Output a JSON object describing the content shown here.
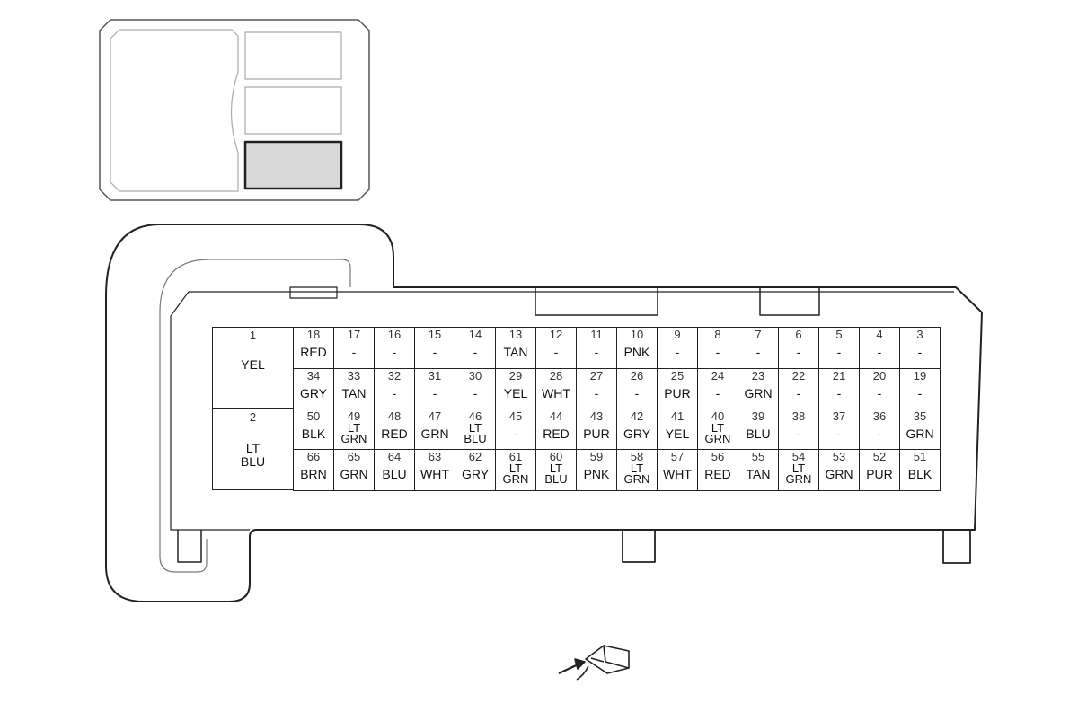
{
  "connector": {
    "big_pins": [
      {
        "num": "1",
        "wire": "YEL"
      },
      {
        "num": "2",
        "wire": "LT\nBLU"
      }
    ],
    "rows": [
      [
        {
          "num": "18",
          "wire": "RED"
        },
        {
          "num": "17",
          "wire": "-"
        },
        {
          "num": "16",
          "wire": "-"
        },
        {
          "num": "15",
          "wire": "-"
        },
        {
          "num": "14",
          "wire": "-"
        },
        {
          "num": "13",
          "wire": "TAN"
        },
        {
          "num": "12",
          "wire": "-"
        },
        {
          "num": "11",
          "wire": "-"
        },
        {
          "num": "10",
          "wire": "PNK"
        },
        {
          "num": "9",
          "wire": "-"
        },
        {
          "num": "8",
          "wire": "-"
        },
        {
          "num": "7",
          "wire": "-"
        },
        {
          "num": "6",
          "wire": "-"
        },
        {
          "num": "5",
          "wire": "-"
        },
        {
          "num": "4",
          "wire": "-"
        },
        {
          "num": "3",
          "wire": "-"
        }
      ],
      [
        {
          "num": "34",
          "wire": "GRY"
        },
        {
          "num": "33",
          "wire": "TAN"
        },
        {
          "num": "32",
          "wire": "-"
        },
        {
          "num": "31",
          "wire": "-"
        },
        {
          "num": "30",
          "wire": "-"
        },
        {
          "num": "29",
          "wire": "YEL"
        },
        {
          "num": "28",
          "wire": "WHT"
        },
        {
          "num": "27",
          "wire": "-"
        },
        {
          "num": "26",
          "wire": "-"
        },
        {
          "num": "25",
          "wire": "PUR"
        },
        {
          "num": "24",
          "wire": "-"
        },
        {
          "num": "23",
          "wire": "GRN"
        },
        {
          "num": "22",
          "wire": "-"
        },
        {
          "num": "21",
          "wire": "-"
        },
        {
          "num": "20",
          "wire": "-"
        },
        {
          "num": "19",
          "wire": "-"
        }
      ],
      [
        {
          "num": "50",
          "wire": "BLK"
        },
        {
          "num": "49",
          "wire": "LT\nGRN"
        },
        {
          "num": "48",
          "wire": "RED"
        },
        {
          "num": "47",
          "wire": "GRN"
        },
        {
          "num": "46",
          "wire": "LT\nBLU"
        },
        {
          "num": "45",
          "wire": "-"
        },
        {
          "num": "44",
          "wire": "RED"
        },
        {
          "num": "43",
          "wire": "PUR"
        },
        {
          "num": "42",
          "wire": "GRY"
        },
        {
          "num": "41",
          "wire": "YEL"
        },
        {
          "num": "40",
          "wire": "LT\nGRN"
        },
        {
          "num": "39",
          "wire": "BLU"
        },
        {
          "num": "38",
          "wire": "-"
        },
        {
          "num": "37",
          "wire": "-"
        },
        {
          "num": "36",
          "wire": "-"
        },
        {
          "num": "35",
          "wire": "GRN"
        }
      ],
      [
        {
          "num": "66",
          "wire": "BRN"
        },
        {
          "num": "65",
          "wire": "GRN"
        },
        {
          "num": "64",
          "wire": "BLU"
        },
        {
          "num": "63",
          "wire": "WHT"
        },
        {
          "num": "62",
          "wire": "GRY"
        },
        {
          "num": "61",
          "wire": "LT\nGRN"
        },
        {
          "num": "60",
          "wire": "LT\nBLU"
        },
        {
          "num": "59",
          "wire": "PNK"
        },
        {
          "num": "58",
          "wire": "LT\nGRN"
        },
        {
          "num": "57",
          "wire": "WHT"
        },
        {
          "num": "56",
          "wire": "RED"
        },
        {
          "num": "55",
          "wire": "TAN"
        },
        {
          "num": "54",
          "wire": "LT\nGRN"
        },
        {
          "num": "53",
          "wire": "GRN"
        },
        {
          "num": "52",
          "wire": "PUR"
        },
        {
          "num": "51",
          "wire": "BLK"
        }
      ]
    ]
  },
  "icons": {
    "locator": "control-module-locator-icon",
    "connector_view": "harness-side-view-icon"
  },
  "colors": {
    "line": "#222222",
    "highlight": "#d9d9d9"
  }
}
